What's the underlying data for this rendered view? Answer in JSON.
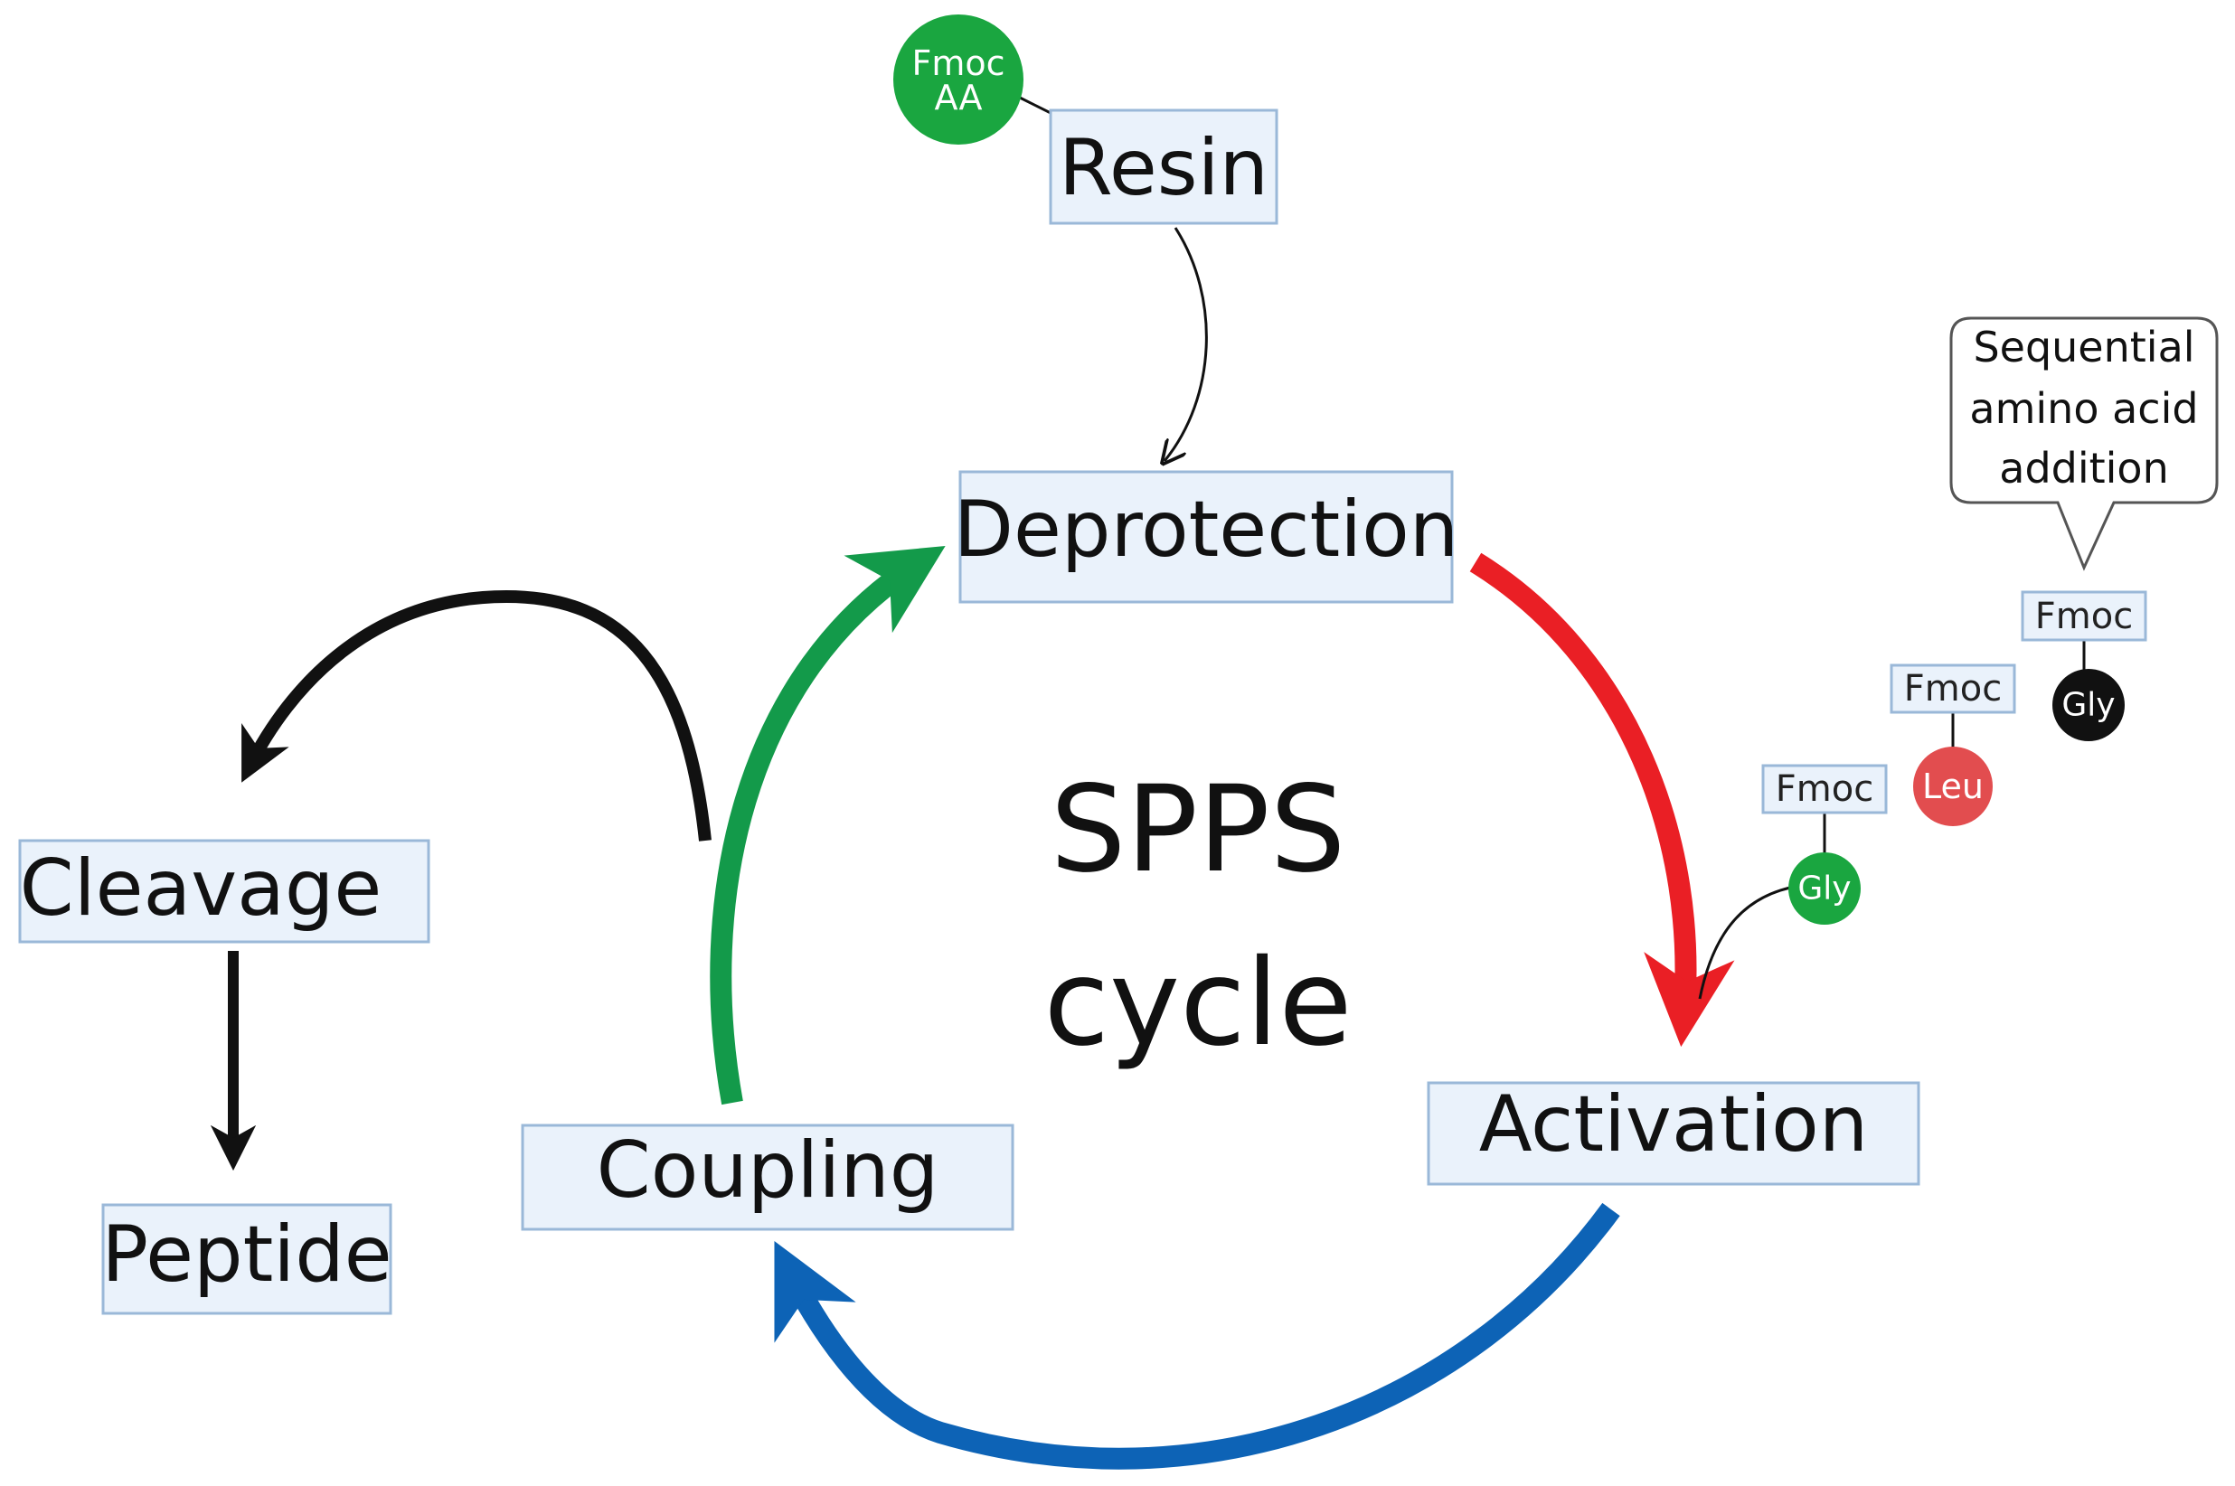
{
  "title": "SPPS",
  "subtitle": "cycle",
  "boxes": {
    "resin": "Resin",
    "deprotection": "Deprotection",
    "activation": "Activation",
    "coupling": "Coupling",
    "cleavage": "Cleavage",
    "peptide": "Peptide"
  },
  "start_node": {
    "line1": "Fmoc",
    "line2": "AA"
  },
  "amino_acids": [
    {
      "fmoc": "Fmoc",
      "name": "Gly",
      "color": "#1aa640"
    },
    {
      "fmoc": "Fmoc",
      "name": "Leu",
      "color": "#e24d4f"
    },
    {
      "fmoc": "Fmoc",
      "name": "Gly",
      "color": "#111111"
    }
  ],
  "callout": {
    "line1": "Sequential",
    "line2": "amino acid",
    "line3": "addition"
  },
  "colors": {
    "deprotect_arrow": "#ea1f25",
    "activation_arrow": "#0d63b6",
    "coupling_arrow": "#139a4a",
    "cleavage_arrow": "#111111",
    "box_fill": "#eaf2fb",
    "box_stroke": "#9ab8d8",
    "fmoc_aa": "#1aa640"
  }
}
